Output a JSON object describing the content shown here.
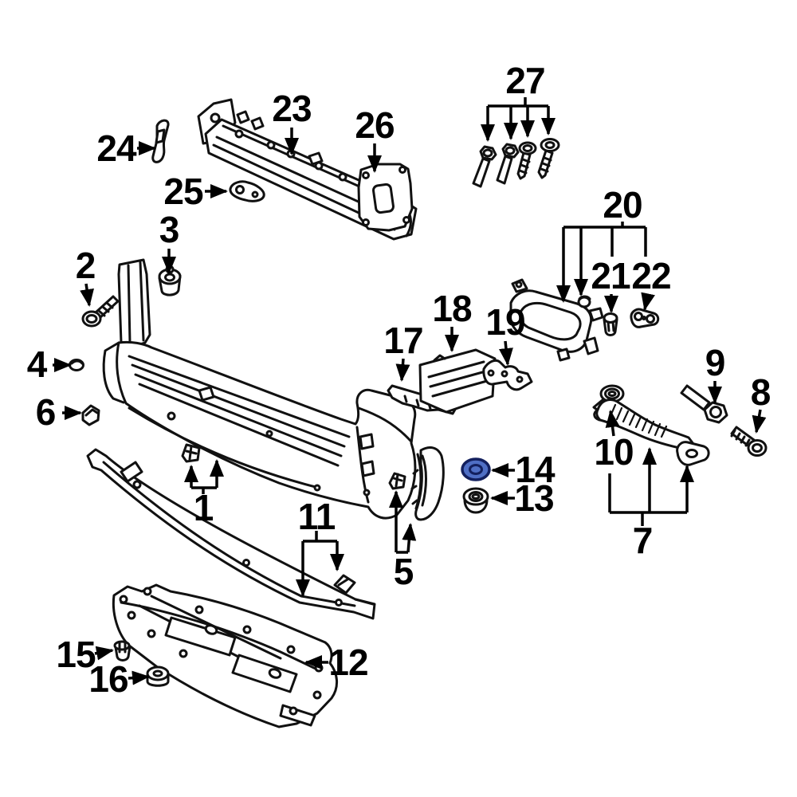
{
  "diagram": {
    "background": "#ffffff",
    "line_color": "#000000",
    "highlight_color": "#4f6fc5",
    "highlight_outline": "#13205e",
    "highlighted_part_label": "14",
    "callouts": [
      {
        "label": "1"
      },
      {
        "label": "2"
      },
      {
        "label": "3"
      },
      {
        "label": "4"
      },
      {
        "label": "5"
      },
      {
        "label": "6"
      },
      {
        "label": "7"
      },
      {
        "label": "8"
      },
      {
        "label": "9"
      },
      {
        "label": "10"
      },
      {
        "label": "11"
      },
      {
        "label": "12"
      },
      {
        "label": "13"
      },
      {
        "label": "14",
        "highlighted": true
      },
      {
        "label": "15"
      },
      {
        "label": "16"
      },
      {
        "label": "17"
      },
      {
        "label": "18"
      },
      {
        "label": "19"
      },
      {
        "label": "20"
      },
      {
        "label": "21"
      },
      {
        "label": "22"
      },
      {
        "label": "23"
      },
      {
        "label": "24"
      },
      {
        "label": "25"
      },
      {
        "label": "26"
      },
      {
        "label": "27"
      }
    ]
  }
}
